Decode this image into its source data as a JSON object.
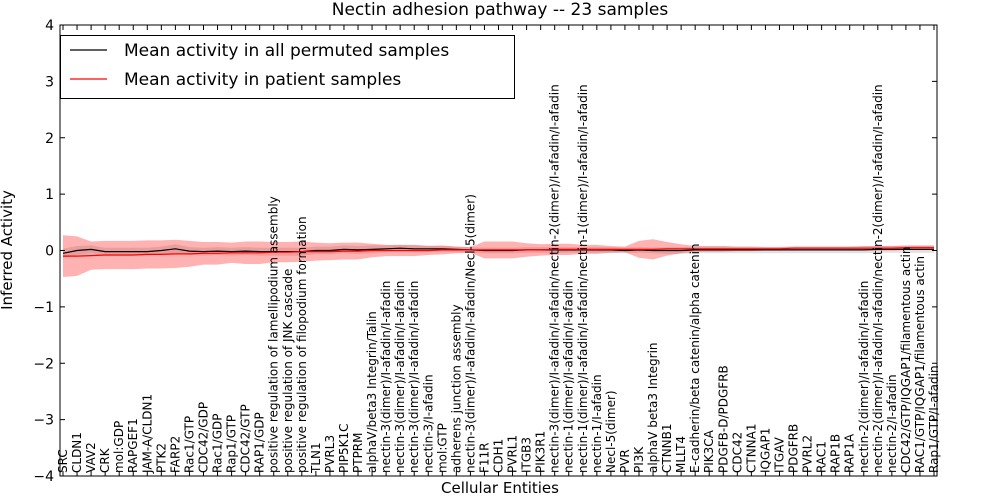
{
  "chart_data": {
    "type": "line",
    "title": "Nectin adhesion pathway -- 23 samples",
    "xlabel": "Cellular Entities",
    "ylabel": "Inferred Activity",
    "ylim": [
      -4,
      4
    ],
    "yticks": [
      -4,
      -3,
      -2,
      -1,
      0,
      1,
      2,
      3,
      4
    ],
    "grid": false,
    "legend_position": "top-left",
    "categories": [
      "SRC",
      "CLDN1",
      "VAV2",
      "CRK",
      "mol:GDP",
      "RAPGEF1",
      "JAM-A/CLDN1",
      "PTK2",
      "FARP2",
      "Rac1/GTP",
      "CDC42/GDP",
      "Rac1/GDP",
      "Rap1/GTP",
      "CDC42/GTP",
      "RAP1/GDP",
      "positive regulation of lamellipodium assembly",
      "positive regulation of JNK cascade",
      "positive regulation of filopodium formation",
      "TLN1",
      "PVRL3",
      "PIP5K1C",
      "PTPRM",
      "alphaV/beta3 Integrin/Talin",
      "nectin-3(dimer)/I-afadin/I-afadin",
      "nectin-3(dimer)/I-afadin/I-afadin",
      "nectin-3(dimer)/I-afadin/I-afadin",
      "nectin-3/I-afadin",
      "mol:GTP",
      "adherens junction assembly",
      "nectin-3(dimer)/I-afadin/I-afadin/Necl-5(dimer)",
      "F11R",
      "CDH1",
      "PVRL1",
      "ITGB3",
      "PIK3R1",
      "nectin-3(dimer)/I-afadin/I-afadin/nectin-2(dimer)/I-afadin/I-afadin",
      "nectin-1(dimer)/I-afadin/I-afadin",
      "nectin-1(dimer)/I-afadin/I-afadin/nectin-1(dimer)/I-afadin/I-afadin",
      "nectin-1/I-afadin",
      "Necl-5(dimer)",
      "PVR",
      "PI3K",
      "alphaV beta3 Integrin",
      "CTNNB1",
      "MLLT4",
      "E-cadherin/beta catenin/alpha catenin",
      "PIK3CA",
      "PDGFB-D/PDGFRB",
      "CDC42",
      "CTNNA1",
      "IQGAP1",
      "ITGAV",
      "PDGFRB",
      "PVRL2",
      "RAC1",
      "RAP1B",
      "RAP1A",
      "nectin-2(dimer)/I-afadin/I-afadin",
      "nectin-2(dimer)/I-afadin/I-afadin/nectin-2(dimer)/I-afadin/I-afadin",
      "nectin-2/I-afadin",
      "CDC42/GTP/IQGAP1/filamentous actin",
      "RAC1/GTP/IQGAP1/filamentous actin",
      "Rap1/GTP/I-afadin"
    ],
    "series": [
      {
        "name": "Mean activity in all permuted samples",
        "color": "#000000",
        "values": [
          -0.05,
          0.0,
          0.02,
          -0.02,
          -0.02,
          -0.02,
          -0.02,
          0.0,
          0.03,
          -0.01,
          -0.02,
          -0.01,
          -0.02,
          -0.01,
          -0.02,
          -0.02,
          -0.02,
          -0.02,
          0.0,
          0.0,
          0.02,
          0.01,
          0.02,
          0.03,
          0.04,
          0.03,
          0.03,
          0.03,
          0.02,
          0.01,
          0.0,
          0.0,
          0.0,
          0.01,
          0.01,
          0.01,
          0.01,
          0.01,
          0.01,
          0.01,
          0.0,
          0.01,
          0.0,
          0.0,
          0.0,
          0.01,
          0.01,
          0.01,
          0.01,
          0.01,
          0.01,
          0.01,
          0.01,
          0.01,
          0.01,
          0.01,
          0.01,
          0.01,
          0.02,
          0.02,
          0.02,
          0.02,
          0.02
        ],
        "band": [
          0.08,
          0.08,
          0.07,
          0.07,
          0.07,
          0.07,
          0.07,
          0.07,
          0.08,
          0.07,
          0.07,
          0.07,
          0.07,
          0.07,
          0.07,
          0.07,
          0.07,
          0.07,
          0.07,
          0.07,
          0.07,
          0.07,
          0.07,
          0.06,
          0.06,
          0.06,
          0.06,
          0.05,
          0.05,
          0.05,
          0.05,
          0.05,
          0.05,
          0.05,
          0.05,
          0.05,
          0.05,
          0.05,
          0.05,
          0.05,
          0.05,
          0.05,
          0.05,
          0.06,
          0.06,
          0.06,
          0.06,
          0.06,
          0.06,
          0.06,
          0.06,
          0.06,
          0.06,
          0.06,
          0.06,
          0.06,
          0.06,
          0.06,
          0.06,
          0.06,
          0.06,
          0.06,
          0.06
        ]
      },
      {
        "name": "Mean activity in patient samples",
        "color": "#ff0000",
        "values": [
          -0.1,
          -0.1,
          -0.09,
          -0.08,
          -0.08,
          -0.08,
          -0.07,
          -0.07,
          -0.06,
          -0.06,
          -0.05,
          -0.05,
          -0.04,
          -0.04,
          -0.04,
          -0.03,
          -0.03,
          -0.02,
          -0.02,
          -0.02,
          -0.01,
          -0.01,
          0.0,
          0.0,
          0.0,
          0.0,
          0.0,
          0.01,
          0.01,
          0.01,
          0.01,
          0.01,
          0.01,
          0.01,
          0.01,
          0.02,
          0.02,
          0.02,
          0.02,
          0.02,
          0.02,
          0.02,
          0.02,
          0.03,
          0.03,
          0.03,
          0.03,
          0.03,
          0.03,
          0.03,
          0.03,
          0.03,
          0.04,
          0.04,
          0.04,
          0.04,
          0.04,
          0.04,
          0.04,
          0.04,
          0.05,
          0.05,
          0.05
        ],
        "band": [
          0.37,
          0.35,
          0.25,
          0.25,
          0.25,
          0.25,
          0.25,
          0.25,
          0.25,
          0.23,
          0.2,
          0.2,
          0.18,
          0.2,
          0.2,
          0.18,
          0.18,
          0.18,
          0.16,
          0.15,
          0.15,
          0.15,
          0.12,
          0.1,
          0.1,
          0.1,
          0.08,
          0.08,
          0.06,
          0.05,
          0.15,
          0.15,
          0.15,
          0.12,
          0.1,
          0.1,
          0.1,
          0.08,
          0.08,
          0.06,
          0.05,
          0.15,
          0.18,
          0.12,
          0.08,
          0.05,
          0.05,
          0.05,
          0.04,
          0.04,
          0.03,
          0.03,
          0.03,
          0.03,
          0.03,
          0.03,
          0.03,
          0.04,
          0.04,
          0.04,
          0.04,
          0.04,
          0.04
        ]
      }
    ]
  }
}
